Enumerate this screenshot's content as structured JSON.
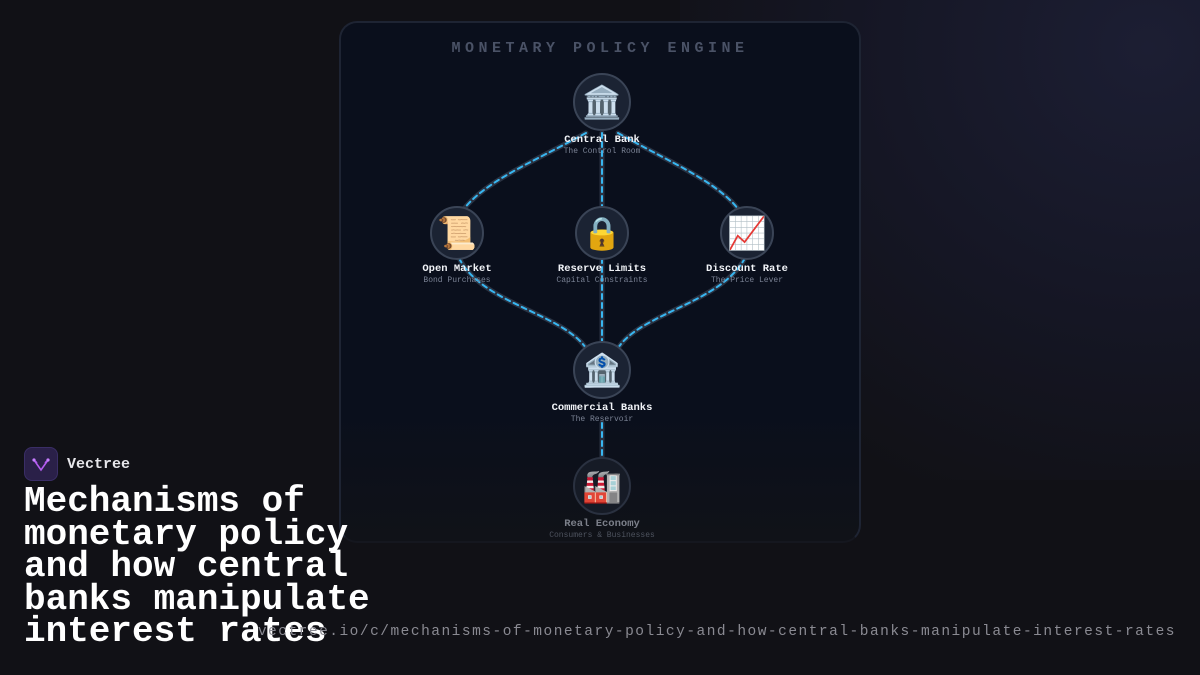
{
  "panel": {
    "title": "MONETARY POLICY ENGINE"
  },
  "nodes": {
    "central_bank": {
      "icon": "🏛️",
      "label": "Central Bank",
      "sub": "The Control Room"
    },
    "open_market": {
      "icon": "📜",
      "label": "Open Market",
      "sub": "Bond Purchases"
    },
    "reserve_limits": {
      "icon": "🔒",
      "label": "Reserve Limits",
      "sub": "Capital Constraints"
    },
    "discount_rate": {
      "icon": "📈",
      "label": "Discount Rate",
      "sub": "The Price Lever"
    },
    "commercial_banks": {
      "icon": "🏦",
      "label": "Commercial Banks",
      "sub": "The Reservoir"
    },
    "real_economy": {
      "icon": "🏭",
      "label": "Real Economy",
      "sub": "Consumers & Businesses"
    }
  },
  "colors": {
    "link": "#38b6f0",
    "accent": "#a855f7"
  },
  "brand": {
    "name": "Vectree"
  },
  "headline": "Mechanisms of monetary policy and how central banks manipulate interest rates",
  "url": "vectree.io/c/mechanisms-of-monetary-policy-and-how-central-banks-manipulate-interest-rates"
}
